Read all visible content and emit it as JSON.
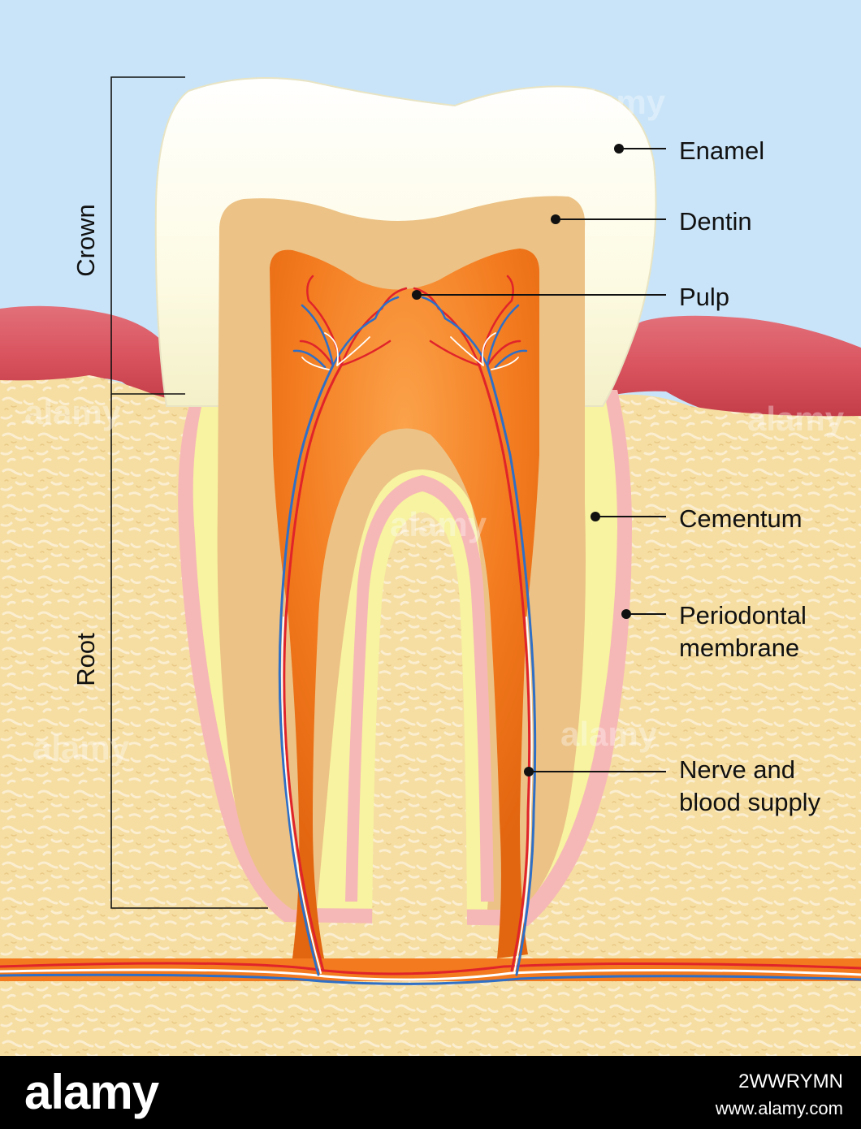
{
  "labels": {
    "enamel": "Enamel",
    "dentin": "Dentin",
    "pulp": "Pulp",
    "cementum": "Cementum",
    "periodontal_1": "Periodontal",
    "periodontal_2": "membrane",
    "nerve_1": "Nerve and",
    "nerve_2": "blood supply",
    "crown": "Crown",
    "root": "Root"
  },
  "watermark": {
    "brand": "alamy"
  },
  "footer": {
    "logo": "alamy",
    "image_id": "2WWRYMN",
    "url": "www.alamy.com"
  },
  "colors": {
    "sky": "#c9e4f8",
    "bone": "#f6dea2",
    "gum": "#d9535e",
    "enamel": "#fdfbe4",
    "dentin": "#ecc286",
    "pulp": "#f37a1e",
    "cementum": "#f7f3a0",
    "periodontal": "#f6b8b6",
    "artery": "#e0242a",
    "vein": "#2f6fc6"
  }
}
